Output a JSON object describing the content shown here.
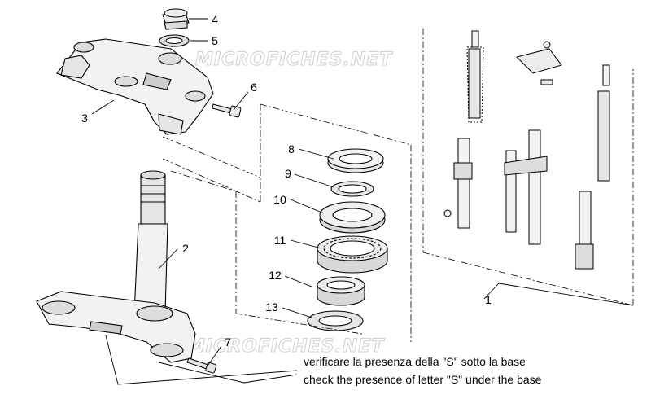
{
  "callouts": [
    {
      "id": "1",
      "label": "1"
    },
    {
      "id": "2",
      "label": "2"
    },
    {
      "id": "3",
      "label": "3"
    },
    {
      "id": "4",
      "label": "4"
    },
    {
      "id": "5",
      "label": "5"
    },
    {
      "id": "6",
      "label": "6"
    },
    {
      "id": "7",
      "label": "7"
    },
    {
      "id": "8",
      "label": "8"
    },
    {
      "id": "9",
      "label": "9"
    },
    {
      "id": "10",
      "label": "10"
    },
    {
      "id": "11",
      "label": "11"
    },
    {
      "id": "12",
      "label": "12"
    },
    {
      "id": "13",
      "label": "13"
    }
  ],
  "note": {
    "line_it": "verificare la presenza della \"S\" sotto la base",
    "line_en": "check the presence of letter \"S\" under the base"
  },
  "watermark": {
    "text": "MICROFICHES.NET"
  },
  "colors": {
    "line": "#000000",
    "part_fill": "#f2f2f2",
    "shade": "#cfcfcf",
    "watermark": "#cfcfcf"
  }
}
